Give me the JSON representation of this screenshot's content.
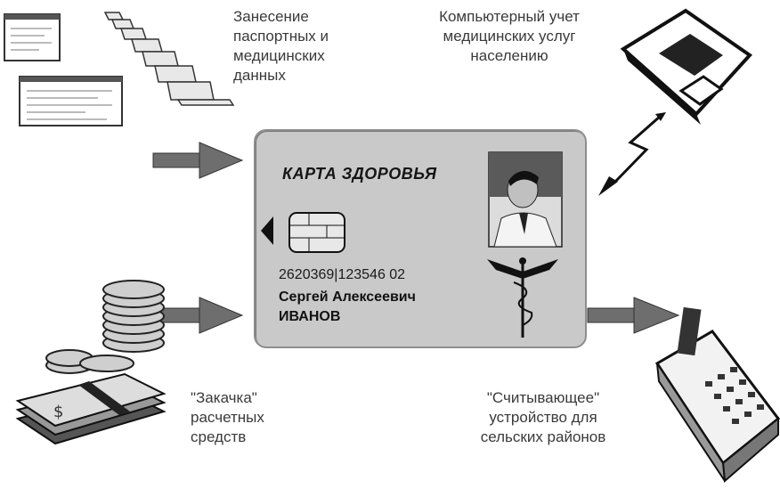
{
  "labels": {
    "passport_entry": [
      "Занесение",
      "паспортных и",
      "медицинских",
      "данных"
    ],
    "computer_accounting": [
      "Компьютерный учет",
      "медицинских услуг",
      "населению"
    ],
    "funds_loading": [
      "\"Закачка\"",
      "расчетных",
      "средств"
    ],
    "reader_device": [
      "\"Считывающее\"",
      "устройство для",
      "сельских районов"
    ]
  },
  "card": {
    "title": "КАРТА ЗДОРОВЬЯ",
    "number": "2620369|123546 02",
    "name_line1": "Сергей Алексеевич",
    "name_line2": "ИВАНОВ"
  },
  "colors": {
    "card_fill": "#c9c9c9",
    "arrow": "#6e6e6e",
    "text": "#3a3a3a"
  }
}
